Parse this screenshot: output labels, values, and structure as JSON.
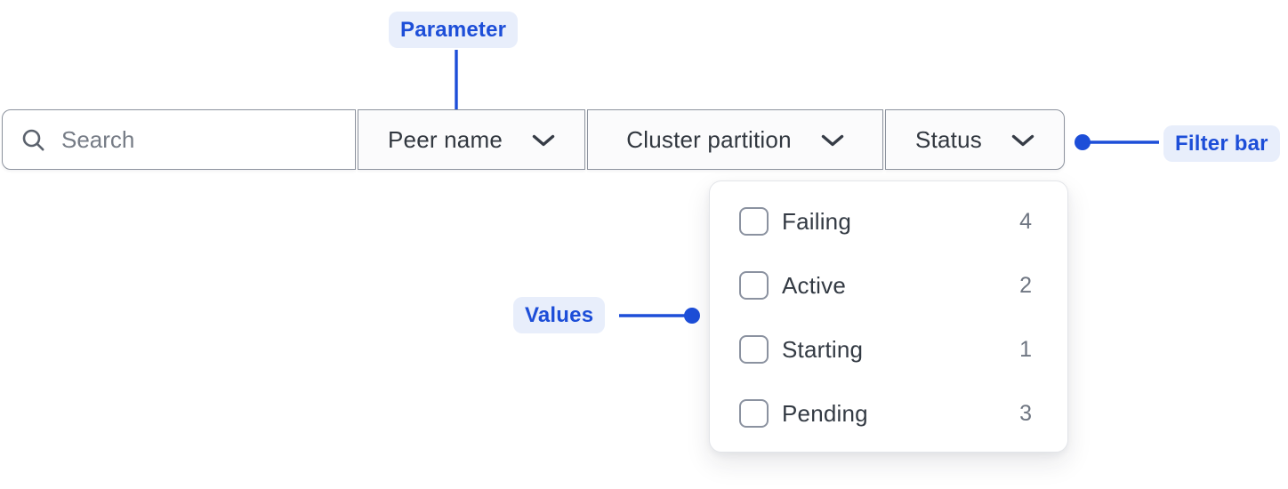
{
  "colors": {
    "accent_blue": "#1d4ed8",
    "badge_background": "#e8eefb",
    "bar_border": "#8d939e",
    "panel_border": "#e3e5e9",
    "text_dark": "#333a43",
    "text_muted": "#6f7682"
  },
  "annotations": {
    "parameter": {
      "label": "Parameter"
    },
    "values": {
      "label": "Values"
    },
    "filter_bar": {
      "label": "Filter bar"
    }
  },
  "filter_bar": {
    "search": {
      "placeholder": "Search",
      "value": "",
      "icon": "search-icon"
    },
    "dropdowns": [
      {
        "label": "Peer name",
        "state": "closed"
      },
      {
        "label": "Cluster partition",
        "state": "closed"
      },
      {
        "label": "Status",
        "state": "open"
      }
    ]
  },
  "status_dropdown": {
    "options": [
      {
        "label": "Failing",
        "count": 4,
        "checked": false
      },
      {
        "label": "Active",
        "count": 2,
        "checked": false
      },
      {
        "label": "Starting",
        "count": 1,
        "checked": false
      },
      {
        "label": "Pending",
        "count": 3,
        "checked": false
      }
    ]
  }
}
